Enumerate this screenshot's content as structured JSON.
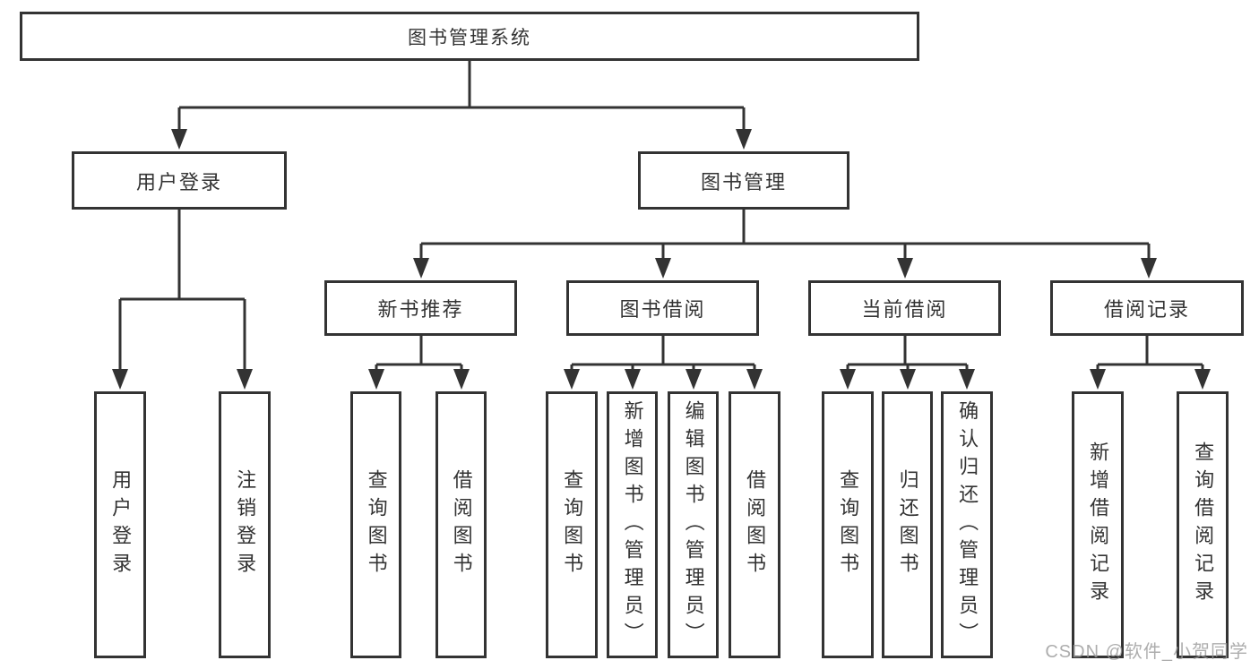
{
  "diagram_title": "图书管理系统",
  "nodes": {
    "root": {
      "label": "图书管理系统"
    },
    "userLogin": {
      "label": "用户登录"
    },
    "bookMgmt": {
      "label": "图书管理"
    },
    "newBooks": {
      "label": "新书推荐"
    },
    "bookBorrow": {
      "label": "图书借阅"
    },
    "currentBorrow": {
      "label": "当前借阅"
    },
    "borrowRecords": {
      "label": "借阅记录"
    },
    "vUserLogin": {
      "label": "用户登录"
    },
    "vLogout": {
      "label": "注销登录"
    },
    "vQueryBook1": {
      "label": "查询图书"
    },
    "vBorrowBook1": {
      "label": "借阅图书"
    },
    "vQueryBook2": {
      "label": "查询图书"
    },
    "vAddBook": {
      "label": "新增图书（管理员）"
    },
    "vEditBook": {
      "label": "编辑图书（管理员）"
    },
    "vBorrowBook2": {
      "label": "借阅图书"
    },
    "vQueryBook3": {
      "label": "查询图书"
    },
    "vReturnBook": {
      "label": "归还图书"
    },
    "vConfirmReturn": {
      "label": "确认归还（管理员）"
    },
    "vAddRecord": {
      "label": "新增借阅记录"
    },
    "vQueryRecord": {
      "label": "查询借阅记录"
    }
  },
  "structure": {
    "图书管理系统": {
      "用户登录": [
        "用户登录",
        "注销登录"
      ],
      "图书管理": {
        "新书推荐": [
          "查询图书",
          "借阅图书"
        ],
        "图书借阅": [
          "查询图书",
          "新增图书（管理员）",
          "编辑图书（管理员）",
          "借阅图书"
        ],
        "当前借阅": [
          "查询图书",
          "归还图书",
          "确认归还（管理员）"
        ],
        "借阅记录": [
          "新增借阅记录",
          "查询借阅记录"
        ]
      }
    }
  },
  "watermark": {
    "text": "CSDN @软件_小贺同学"
  },
  "colors": {
    "line": "#333333",
    "border": "#333333",
    "text": "#333333",
    "background": "#ffffff",
    "watermark": "#999999"
  }
}
